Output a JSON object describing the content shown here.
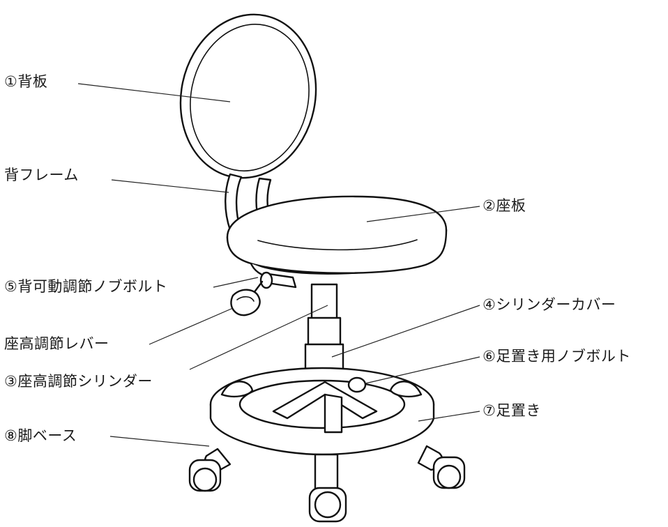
{
  "labels": {
    "backrest": "①背板",
    "back_frame": "背フレーム",
    "seat": "②座板",
    "back_knob_bolt": "⑤背可動調節ノブボルト",
    "cylinder_cover": "④シリンダーカバー",
    "height_lever": "座高調節レバー",
    "footrest_knob_bolt": "⑥足置き用ノブボルト",
    "height_cylinder": "③座高調節シリンダー",
    "footrest": "⑦足置き",
    "leg_base": "⑧脚ベース"
  }
}
